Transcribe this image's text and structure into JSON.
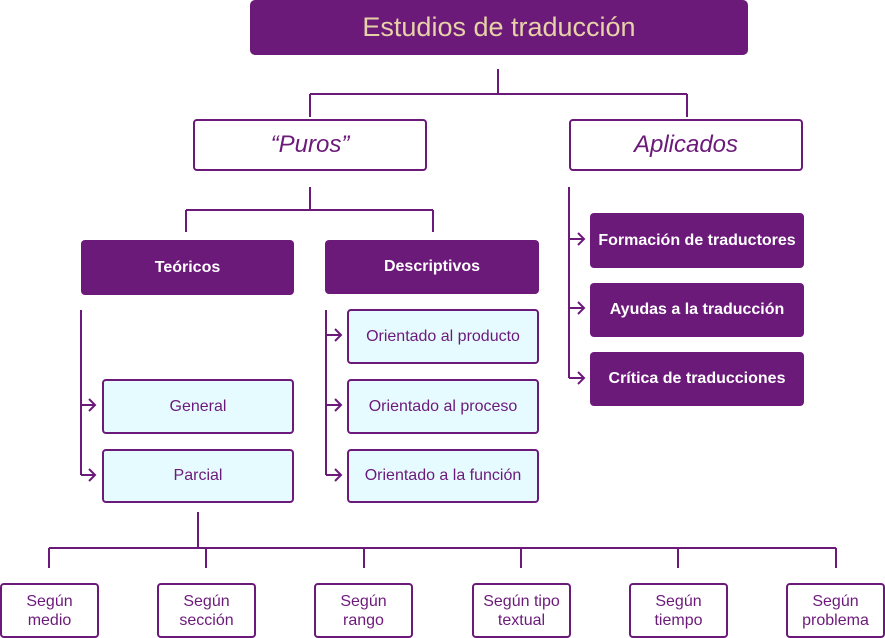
{
  "title": "Estudios de traducción",
  "level1": {
    "puros": "“Puros”",
    "aplicados": "Aplicados"
  },
  "puros": {
    "teoricos": "Teóricos",
    "descriptivos": "Descriptivos"
  },
  "teoricos_children": {
    "general": "General",
    "parcial": "Parcial"
  },
  "descriptivos_children": {
    "producto": "Orientado al producto",
    "proceso": "Orientado al proceso",
    "funcion": "Orientado a la función"
  },
  "aplicados_children": {
    "formacion": "Formación de traductores",
    "ayudas": "Ayudas a la traducción",
    "critica": "Crítica de traducciones"
  },
  "parcial_children": {
    "medio": "Según medio",
    "seccion": "Según sección",
    "rango": "Según rango",
    "tipo_textual": "Según tipo textual",
    "tiempo": "Según tiempo",
    "problema": "Según problema"
  },
  "colors": {
    "primary": "#6c1a7a",
    "light_fill": "#e6fbff",
    "title_text": "#e7d2a8"
  }
}
